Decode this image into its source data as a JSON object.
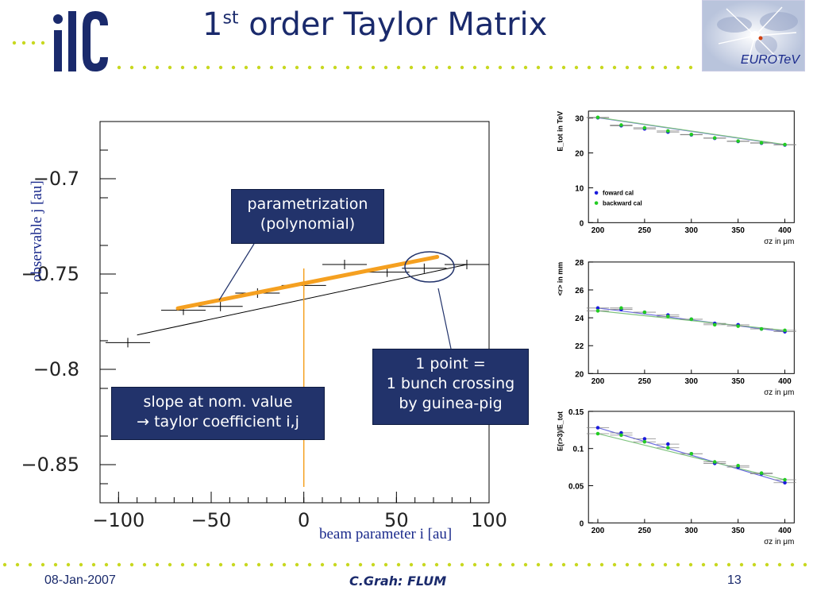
{
  "slide": {
    "title_main": "1",
    "title_sup": "st",
    "title_rest": " order Taylor Matrix",
    "logo_right_text": "EUROTeV",
    "footer": {
      "date": "08-Jan-2007",
      "author": "C.Grah: FLUM",
      "page": "13"
    }
  },
  "annotations": {
    "parametrization": [
      "parametrization",
      "(polynomial)"
    ],
    "point": [
      "1 point =",
      "1 bunch crossing",
      "by guinea-pig"
    ],
    "slope": [
      "slope at nom. value",
      "→ taylor coefficient i,j"
    ]
  },
  "colors": {
    "navy": "#22336b",
    "fit": "#f5a020",
    "side_fit": "#7fc47f",
    "blue_pts": "#1a1adc",
    "green_pts": "#22cc22",
    "dots": "#c8d820"
  },
  "chart_data": [
    {
      "type": "scatter",
      "xlabel": "beam parameter i [au]",
      "ylabel": "observable j [au]",
      "xlim": [
        -110,
        100
      ],
      "ylim": [
        -0.87,
        -0.67
      ],
      "xticks": [
        "−100",
        "−50",
        "0",
        "50",
        "100"
      ],
      "xtick_values": [
        -100,
        -50,
        0,
        50,
        100
      ],
      "yticks": [
        "−0.7",
        "−0.75",
        "−0.8",
        "−0.85"
      ],
      "ytick_values": [
        -0.7,
        -0.75,
        -0.8,
        -0.85
      ],
      "points": [
        {
          "x": -95,
          "y": -0.786,
          "xerr": 12
        },
        {
          "x": -65,
          "y": -0.769,
          "xerr": 12
        },
        {
          "x": -45,
          "y": -0.767,
          "xerr": 12
        },
        {
          "x": -25,
          "y": -0.76,
          "xerr": 12
        },
        {
          "x": 0,
          "y": -0.756,
          "xerr": 12
        },
        {
          "x": 22,
          "y": -0.745,
          "xerr": 12
        },
        {
          "x": 45,
          "y": -0.749,
          "xerr": 12
        },
        {
          "x": 65,
          "y": -0.747,
          "xerr": 12
        },
        {
          "x": 88,
          "y": -0.745,
          "xerr": 12
        }
      ],
      "line_black": [
        [
          -90,
          -0.782
        ],
        [
          88,
          -0.745
        ],
        [
          100,
          -0.745
        ]
      ],
      "fit_line": [
        [
          -68,
          -0.768
        ],
        [
          72,
          -0.741
        ]
      ],
      "nominal_x": 0
    },
    {
      "type": "scatter",
      "ylabel": "E_tot in TeV",
      "xlabel": "σz in μm",
      "xlim": [
        190,
        410
      ],
      "ylim": [
        0,
        32
      ],
      "xticks": [
        "200",
        "250",
        "300",
        "350",
        "400"
      ],
      "xtick_values": [
        200,
        250,
        300,
        350,
        400
      ],
      "yticks": [
        "0",
        "10",
        "20",
        "30"
      ],
      "ytick_values": [
        0,
        10,
        20,
        30
      ],
      "legend": [
        "foward cal",
        "backward cal"
      ],
      "series": [
        {
          "name": "foward cal",
          "x": [
            200,
            225,
            250,
            275,
            300,
            325,
            350,
            375,
            400
          ],
          "y": [
            30.1,
            27.8,
            26.9,
            26.0,
            25.2,
            24.2,
            23.3,
            22.8,
            22.3
          ]
        },
        {
          "name": "backward cal",
          "x": [
            200,
            225,
            250,
            275,
            300,
            325,
            350,
            375,
            400
          ],
          "y": [
            30.2,
            28.0,
            27.2,
            26.3,
            25.3,
            24.3,
            23.4,
            22.9,
            22.4
          ]
        }
      ]
    },
    {
      "type": "scatter",
      "ylabel": "<r> in mm",
      "xlabel": "σz in μm",
      "xlim": [
        190,
        410
      ],
      "ylim": [
        20,
        28
      ],
      "xticks": [
        "200",
        "250",
        "300",
        "350",
        "400"
      ],
      "xtick_values": [
        200,
        250,
        300,
        350,
        400
      ],
      "yticks": [
        "20",
        "22",
        "24",
        "26",
        "28"
      ],
      "ytick_values": [
        20,
        22,
        24,
        26,
        28
      ],
      "series": [
        {
          "name": "",
          "x": [
            200,
            225,
            250,
            275,
            300,
            325,
            350,
            375,
            400
          ],
          "y": [
            24.7,
            24.6,
            24.4,
            24.2,
            23.9,
            23.6,
            23.5,
            23.2,
            23.0
          ]
        },
        {
          "name": "",
          "x": [
            200,
            225,
            250,
            275,
            300,
            325,
            350,
            375,
            400
          ],
          "y": [
            24.5,
            24.7,
            24.4,
            24.1,
            23.9,
            23.5,
            23.4,
            23.2,
            23.1
          ]
        }
      ]
    },
    {
      "type": "scatter",
      "ylabel": "E(r>3)/E_tot",
      "xlabel": "σz in μm",
      "xlim": [
        190,
        410
      ],
      "ylim": [
        0,
        0.15
      ],
      "xticks": [
        "200",
        "250",
        "300",
        "350",
        "400"
      ],
      "xtick_values": [
        200,
        250,
        300,
        350,
        400
      ],
      "yticks": [
        "0",
        "0.05",
        "0.1",
        "0.15"
      ],
      "ytick_values": [
        0,
        0.05,
        0.1,
        0.15
      ],
      "series": [
        {
          "name": "",
          "x": [
            200,
            225,
            250,
            275,
            300,
            325,
            350,
            375,
            400
          ],
          "y": [
            0.128,
            0.121,
            0.113,
            0.106,
            0.093,
            0.08,
            0.075,
            0.066,
            0.054
          ]
        },
        {
          "name": "",
          "x": [
            200,
            225,
            250,
            275,
            300,
            325,
            350,
            375,
            400
          ],
          "y": [
            0.12,
            0.118,
            0.109,
            0.101,
            0.093,
            0.082,
            0.077,
            0.067,
            0.058
          ]
        }
      ]
    }
  ]
}
